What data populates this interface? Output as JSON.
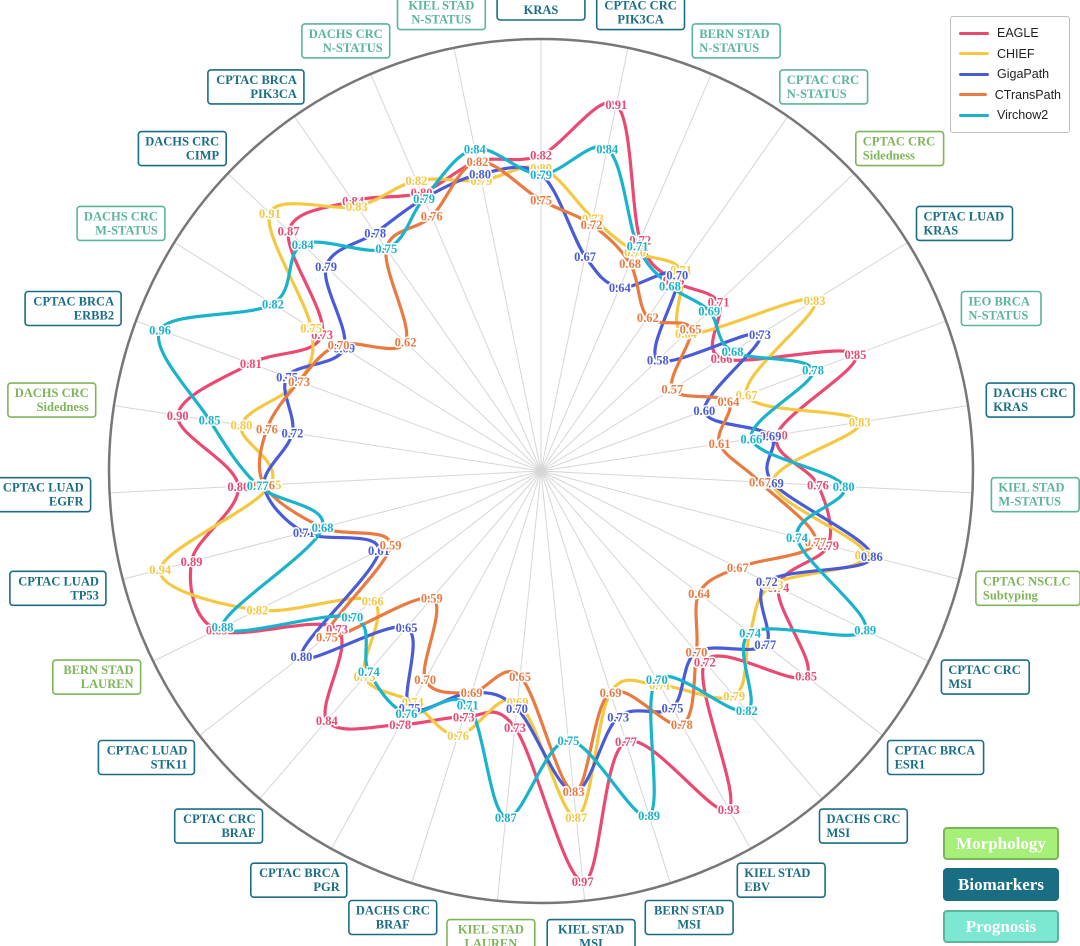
{
  "colors": {
    "EAGLE": "#ea4a72",
    "CHIEF": "#f5c842",
    "GigaPath": "#4a5bd8",
    "CTransPath": "#e97b42",
    "Virchow2": "#19b3cc",
    "morphology": "#7fb55a",
    "biomarkers": "#1a6e84",
    "prognosis": "#5ab59a",
    "grid": "#d6d6d6",
    "outer_circle": "#777777"
  },
  "chart_data": {
    "type": "radar",
    "categories": [
      {
        "label": "CPTAC CRC\nKRAS",
        "group": "biomarkers"
      },
      {
        "label": "CPTAC CRC\nPIK3CA",
        "group": "biomarkers"
      },
      {
        "label": "BERN STAD\nN-STATUS",
        "group": "prognosis"
      },
      {
        "label": "CPTAC CRC\nN-STATUS",
        "group": "prognosis"
      },
      {
        "label": "CPTAC CRC\nSidedness",
        "group": "morphology"
      },
      {
        "label": "CPTAC LUAD\nKRAS",
        "group": "biomarkers"
      },
      {
        "label": "IEO BRCA\nN-STATUS",
        "group": "prognosis"
      },
      {
        "label": "DACHS CRC\nKRAS",
        "group": "biomarkers"
      },
      {
        "label": "KIEL STAD\nM-STATUS",
        "group": "prognosis"
      },
      {
        "label": "CPTAC NSCLC\nSubtyping",
        "group": "morphology"
      },
      {
        "label": "CPTAC CRC\nMSI",
        "group": "biomarkers"
      },
      {
        "label": "CPTAC BRCA\nESR1",
        "group": "biomarkers"
      },
      {
        "label": "DACHS CRC\nMSI",
        "group": "biomarkers"
      },
      {
        "label": "KIEL STAD\nEBV",
        "group": "biomarkers"
      },
      {
        "label": "BERN STAD\nMSI",
        "group": "biomarkers"
      },
      {
        "label": "KIEL STAD\nMSI",
        "group": "biomarkers"
      },
      {
        "label": "KIEL STAD\nLAUREN",
        "group": "morphology"
      },
      {
        "label": "DACHS CRC\nBRAF",
        "group": "biomarkers"
      },
      {
        "label": "CPTAC BRCA\nPGR",
        "group": "biomarkers"
      },
      {
        "label": "CPTAC CRC\nBRAF",
        "group": "biomarkers"
      },
      {
        "label": "CPTAC LUAD\nSTK11",
        "group": "biomarkers"
      },
      {
        "label": "BERN STAD\nLAUREN",
        "group": "morphology"
      },
      {
        "label": "CPTAC LUAD\nTP53",
        "group": "biomarkers"
      },
      {
        "label": "CPTAC LUAD\nEGFR",
        "group": "biomarkers"
      },
      {
        "label": "DACHS CRC\nSidedness",
        "group": "morphology"
      },
      {
        "label": "CPTAC BRCA\nERBB2",
        "group": "biomarkers"
      },
      {
        "label": "DACHS CRC\nM-STATUS",
        "group": "prognosis"
      },
      {
        "label": "DACHS CRC\nCIMP",
        "group": "biomarkers"
      },
      {
        "label": "CPTAC BRCA\nPIK3CA",
        "group": "biomarkers"
      },
      {
        "label": "DACHS CRC\nN-STATUS",
        "group": "prognosis"
      },
      {
        "label": "KIEL STAD\nN-STATUS",
        "group": "prognosis"
      }
    ],
    "series": [
      {
        "name": "EAGLE",
        "values": [
          0.82,
          0.91,
          0.72,
          0.69,
          0.71,
          0.66,
          0.85,
          0.7,
          0.76,
          0.79,
          0.74,
          0.85,
          0.72,
          0.93,
          0.77,
          0.97,
          0.73,
          0.73,
          0.78,
          0.84,
          0.73,
          0.89,
          0.89,
          0.8,
          0.9,
          0.81,
          0.73,
          0.87,
          0.84,
          0.8,
          0.82
        ]
      },
      {
        "name": "CHIEF",
        "values": [
          0.8,
          0.73,
          0.7,
          0.71,
          0.64,
          0.83,
          0.67,
          0.83,
          0.69,
          0.85,
          0.73,
          0.74,
          0.79,
          0.71,
          0.69,
          0.87,
          0.69,
          0.76,
          0.74,
          0.75,
          0.66,
          0.82,
          0.94,
          0.75,
          0.8,
          0.73,
          0.75,
          0.91,
          0.83,
          0.82,
          0.79
        ]
      },
      {
        "name": "GigaPath",
        "values": [
          0.79,
          0.67,
          0.64,
          0.7,
          0.58,
          0.73,
          0.6,
          0.69,
          0.69,
          0.86,
          0.72,
          0.77,
          0.7,
          0.75,
          0.73,
          0.83,
          0.7,
          0.69,
          0.75,
          0.65,
          0.8,
          0.61,
          0.71,
          0.76,
          0.72,
          0.75,
          0.69,
          0.79,
          0.78,
          0.79,
          0.8
        ]
      },
      {
        "name": "CTransPath",
        "values": [
          0.75,
          0.72,
          0.68,
          0.62,
          0.65,
          0.57,
          0.64,
          0.61,
          0.67,
          0.77,
          0.67,
          0.64,
          0.7,
          0.78,
          0.69,
          0.83,
          0.65,
          0.69,
          0.7,
          0.59,
          0.75,
          0.59,
          0.68,
          0.76,
          0.76,
          0.73,
          0.7,
          0.62,
          0.75,
          0.76,
          0.82
        ]
      },
      {
        "name": "Virchow2",
        "values": [
          0.79,
          0.84,
          0.71,
          0.68,
          0.69,
          0.68,
          0.78,
          0.66,
          0.8,
          0.74,
          0.89,
          0.74,
          0.82,
          0.7,
          0.89,
          0.75,
          0.87,
          0.71,
          0.76,
          0.74,
          0.7,
          0.88,
          0.68,
          0.77,
          0.85,
          0.96,
          0.82,
          0.84,
          0.75,
          0.79,
          0.84
        ]
      }
    ],
    "legend_position": "top-right",
    "grid": true
  },
  "legend": {
    "items": [
      {
        "name": "EAGLE"
      },
      {
        "name": "CHIEF"
      },
      {
        "name": "GigaPath"
      },
      {
        "name": "CTransPath"
      },
      {
        "name": "Virchow2"
      }
    ]
  },
  "category_legend": {
    "morphology": "Morphology",
    "biomarkers": "Biomarkers",
    "prognosis": "Prognosis"
  }
}
